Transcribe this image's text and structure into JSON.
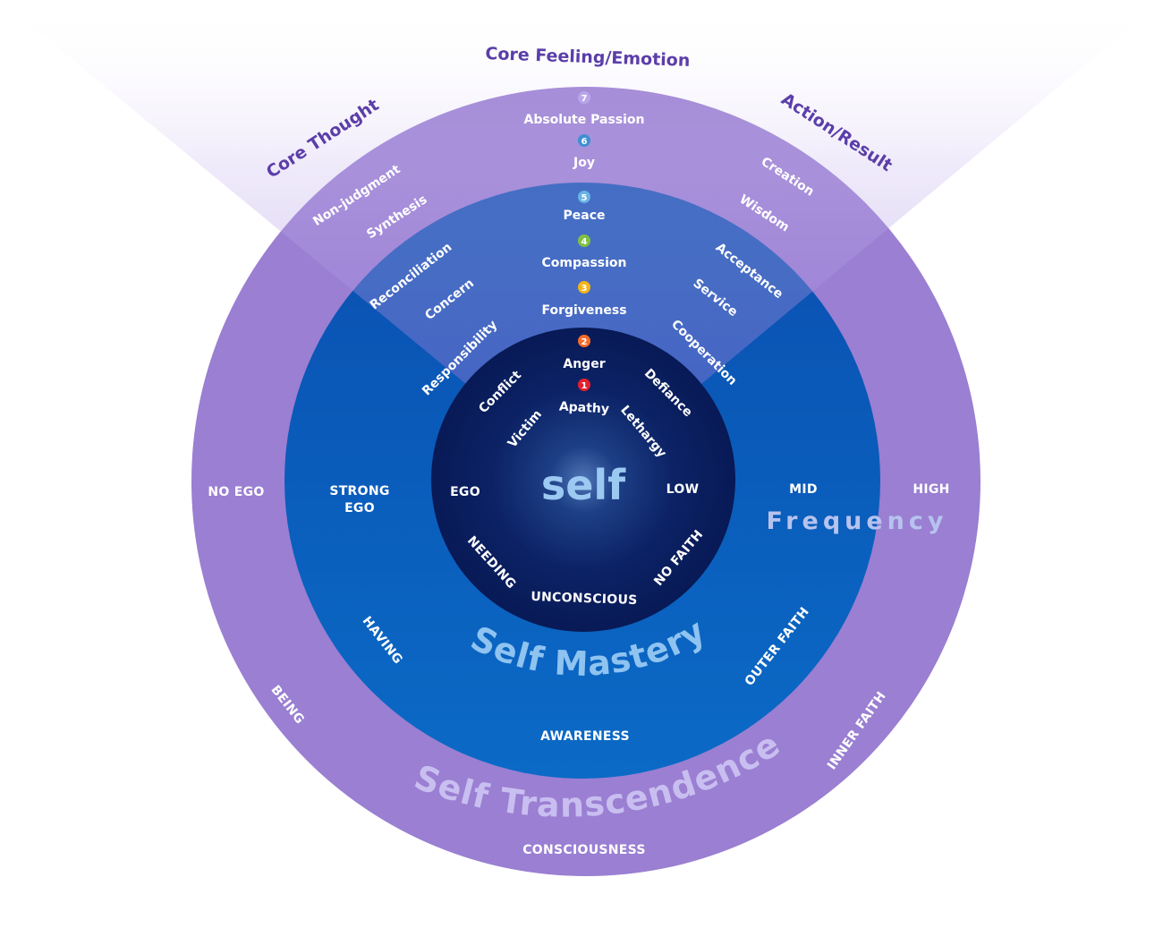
{
  "headers": {
    "core_thought": "Core Thought",
    "core_feeling": "Core Feeling/Emotion",
    "action_result": "Action/Result"
  },
  "center": {
    "label": "self"
  },
  "ring_titles": {
    "self_mastery": "Self Mastery",
    "self_transcendence": "Self Transcendence",
    "frequency": "Frequency"
  },
  "levels": [
    {
      "number": "1",
      "feeling": "Apathy",
      "color": "#e5202e"
    },
    {
      "number": "2",
      "feeling": "Anger",
      "color": "#f26c2a"
    },
    {
      "number": "3",
      "feeling": "Forgiveness",
      "color": "#f2b418"
    },
    {
      "number": "4",
      "feeling": "Compassion",
      "color": "#7fc243"
    },
    {
      "number": "5",
      "feeling": "Peace",
      "color": "#69b3e6"
    },
    {
      "number": "6",
      "feeling": "Joy",
      "color": "#3f8fd2"
    },
    {
      "number": "7",
      "feeling": "Absolute Passion",
      "color": "#b9a6ea"
    }
  ],
  "thoughts": [
    "Victim",
    "Conflict",
    "Responsibility",
    "Concern",
    "Reconciliation",
    "Synthesis",
    "Non-judgment"
  ],
  "actions": [
    "Lethargy",
    "Defiance",
    "Cooperation",
    "Service",
    "Acceptance",
    "Wisdom",
    "Creation"
  ],
  "inner_ring": {
    "ego": "EGO",
    "low": "LOW",
    "needing": "NEEDING",
    "unconscious": "UNCONSCIOUS",
    "no_faith": "NO FAITH"
  },
  "middle_ring": {
    "strong_ego_line1": "STRONG",
    "strong_ego_line2": "EGO",
    "mid": "MID",
    "having": "HAVING",
    "awareness": "AWARENESS",
    "outer_faith": "OUTER FAITH"
  },
  "outer_ring": {
    "no_ego": "NO EGO",
    "high": "HIGH",
    "being": "BEING",
    "consciousness": "CONSCIOUSNESS",
    "inner_faith": "INNER FAITH"
  },
  "colors": {
    "outer_ring": "#9a7fd2",
    "middle_ring": "#0a69c4",
    "inner_disc": "#0a1f64",
    "header_text": "#5b3ea8",
    "wedge": "#7e5ac7"
  }
}
